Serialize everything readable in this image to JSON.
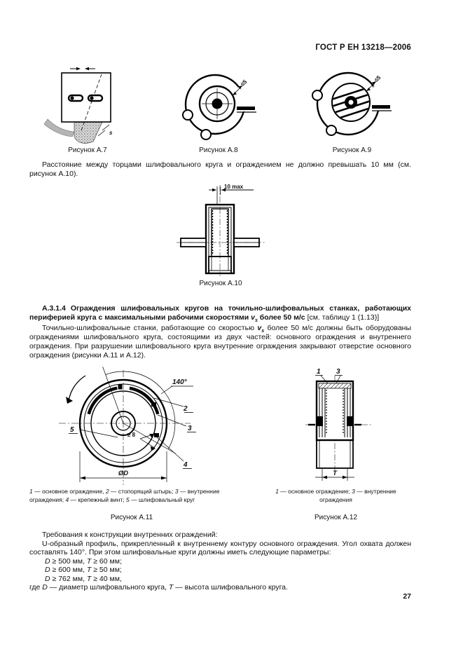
{
  "header": {
    "title": "ГОСТ Р ЕН 13218—2006"
  },
  "figures_top": {
    "fig_a7": {
      "caption": "Рисунок А.7",
      "s_label": "s"
    },
    "fig_a8": {
      "caption": "Рисунок А.8",
      "gap_label": "≤5"
    },
    "fig_a9": {
      "caption": "Рисунок А.9",
      "gap_label": "≤5"
    }
  },
  "para_distance": "Расстояние между торцами шлифовального круга и ограждением не должно превышать 10 мм (см. рисунок А.10).",
  "fig_a10": {
    "caption": "Рисунок А.10",
    "dim_label": "10 max"
  },
  "section": {
    "number": "А.3.1.4",
    "title_bold_1": "Ограждения шлифовальных кругов на точильно-шлифовальных станках, работающих периферией круга с максимальными рабочими скоростями ",
    "v": "v",
    "v_sub": "s",
    "title_bold_2": " более 50 м/с ",
    "title_ref": "[см. таблицу 1 (1.13)]"
  },
  "para_machines": {
    "part1": "Точильно-шлифовальные станки, работающие со скоростью ",
    "v": "v",
    "v_sub": "s",
    "part2": " более 50 м/с должны быть оборудованы ограждениями шлифовального круга, состоящими из двух частей: основного ограждения и внутреннего ограждения. При разрушении шлифовального круга внутренние ограждения закрывают отверстие основного ограждения (рисунки А.11 и А.12)."
  },
  "fig_a11": {
    "caption": "Рисунок А.11",
    "labels": {
      "angle": "140°",
      "c2": "2",
      "c3": "3",
      "c4": "4",
      "c5": "5",
      "min_gap": "≥ 8",
      "diameter": "ØD"
    },
    "legend": [
      {
        "num": "1",
        "text": " — основное ограждение, "
      },
      {
        "num": "2",
        "text": " — стопорящий штырь; "
      },
      {
        "num": "3",
        "text": " — внутренние ограждения; "
      },
      {
        "num": "4",
        "text": " — крепежный винт; "
      },
      {
        "num": "5",
        "text": " — шлифовальный круг"
      }
    ]
  },
  "fig_a12": {
    "caption": "Рисунок А.12",
    "labels": {
      "c1": "1",
      "c3": "3",
      "height": "T"
    },
    "legend": [
      {
        "num": "1",
        "text": " — основное ограждение; "
      },
      {
        "num": "3",
        "text": " — внутренние ограждения"
      }
    ]
  },
  "requirements": {
    "title": "Требования к конструкции внутренних ограждений:",
    "body": "U-образный профиль, прикрепленный к внутреннему контуру основного ограждения. Угол охвата должен составлять 140°. При этом шлифовальные круги должны иметь следующие параметры:",
    "params": [
      {
        "sym1": "D",
        "seg1": " ≥ 500 мм, ",
        "sym2": "T",
        "seg2": " ≥ 60 мм;"
      },
      {
        "sym1": "D",
        "seg1": " ≥ 600 мм, ",
        "sym2": "T",
        "seg2": " ≥ 50 мм;"
      },
      {
        "sym1": "D",
        "seg1": " ≥ 762 мм, ",
        "sym2": "T",
        "seg2": " ≥ 40 мм,"
      }
    ],
    "where": {
      "pre": "где ",
      "sym1": "D",
      "mid": " — диаметр шлифовального круга, ",
      "sym2": "T",
      "end": " — высота шлифовального круга."
    }
  },
  "footer": {
    "page_number": "27"
  }
}
